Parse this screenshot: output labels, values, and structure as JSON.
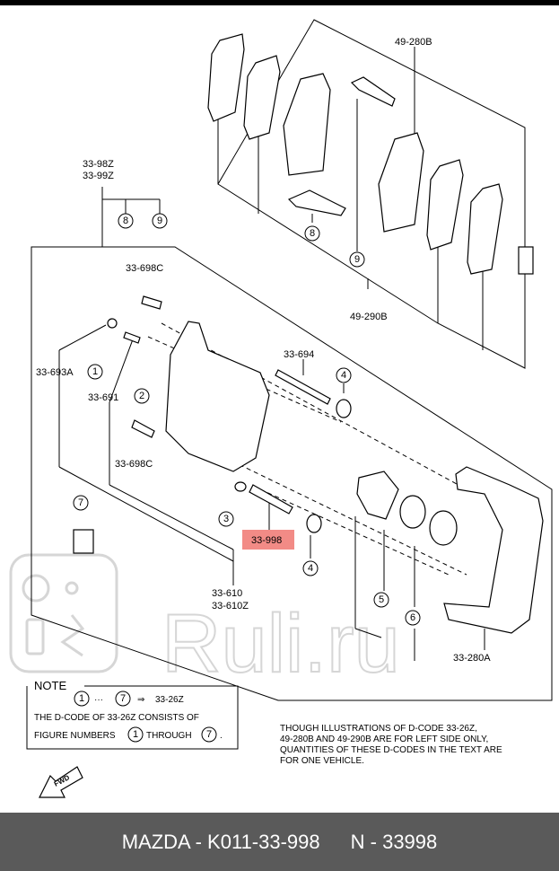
{
  "labels": {
    "l_49_280B": "49-280B",
    "l_49_290B": "49-290B",
    "l_33_98Z": "33-98Z",
    "l_33_99Z": "33-99Z",
    "l_33_698C_top": "33-698C",
    "l_33_693A": "33-693A",
    "l_33_691": "33-691",
    "l_33_694": "33-694",
    "l_33_698C_bot": "33-698C",
    "l_33_998": "33-998",
    "l_33_610": "33-610",
    "l_33_610Z": "33-610Z",
    "l_33_280A": "33-280A"
  },
  "callouts": {
    "c8a": "8",
    "c9a": "9",
    "c8b": "8",
    "c9b": "9",
    "c1": "1",
    "c2": "2",
    "c3": "3",
    "c4a": "4",
    "c4b": "4",
    "c5": "5",
    "c6": "6",
    "c7": "7"
  },
  "note": {
    "title": "NOTE",
    "from": "1",
    "ellipsis": "···",
    "to": "7",
    "arrow": "⇒",
    "code": "33-26Z",
    "line2": "THE D-CODE OF  33-26Z  CONSISTS OF",
    "line3a": "FIGURE NUMBERS",
    "line3n1": "1",
    "line3b": "THROUGH",
    "line3n2": "7",
    "line3c": "."
  },
  "caption": [
    "THOUGH ILLUSTRATIONS OF D-CODE 33-26Z,",
    "49-280B AND 49-290B ARE FOR LEFT SIDE ONLY,",
    "QUANTITIES OF THESE D-CODES IN THE TEXT ARE",
    "FOR ONE VEHICLE."
  ],
  "fwd": "FWD",
  "watermark": "Ruli.ru",
  "footer": {
    "left": "MAZDA - K011-33-998",
    "right": "N - 33998"
  },
  "colors": {
    "highlight": "#f28b86",
    "footer_bg": "#5a5a5a",
    "watermark": "#d6d6d6"
  }
}
